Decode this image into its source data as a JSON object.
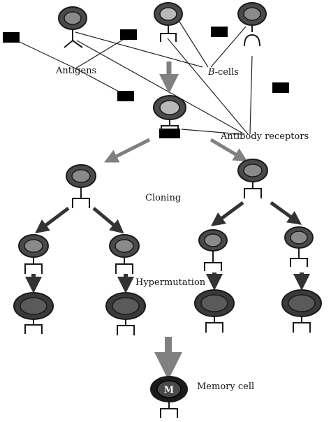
{
  "labels": {
    "antigens": "Antigens",
    "b_cells_italic": "B",
    "b_cells_rest": "-cells",
    "antibody_receptors": "Antibody receptors",
    "cloning": "Cloning",
    "hypermutation": "Hypermutation",
    "memory_cell": "Memory cell",
    "memory_mark": "M"
  },
  "colors": {
    "outline": "#1a1a1a",
    "outer_ring": "#4a4a4a",
    "nucleus_light": "#b8b8b8",
    "nucleus_mid": "#8a8a8a",
    "nucleus_dark": "#5a5a5a",
    "arrow_gray": "#808080",
    "arrow_dark": "#333333",
    "antigen": "#000000"
  }
}
